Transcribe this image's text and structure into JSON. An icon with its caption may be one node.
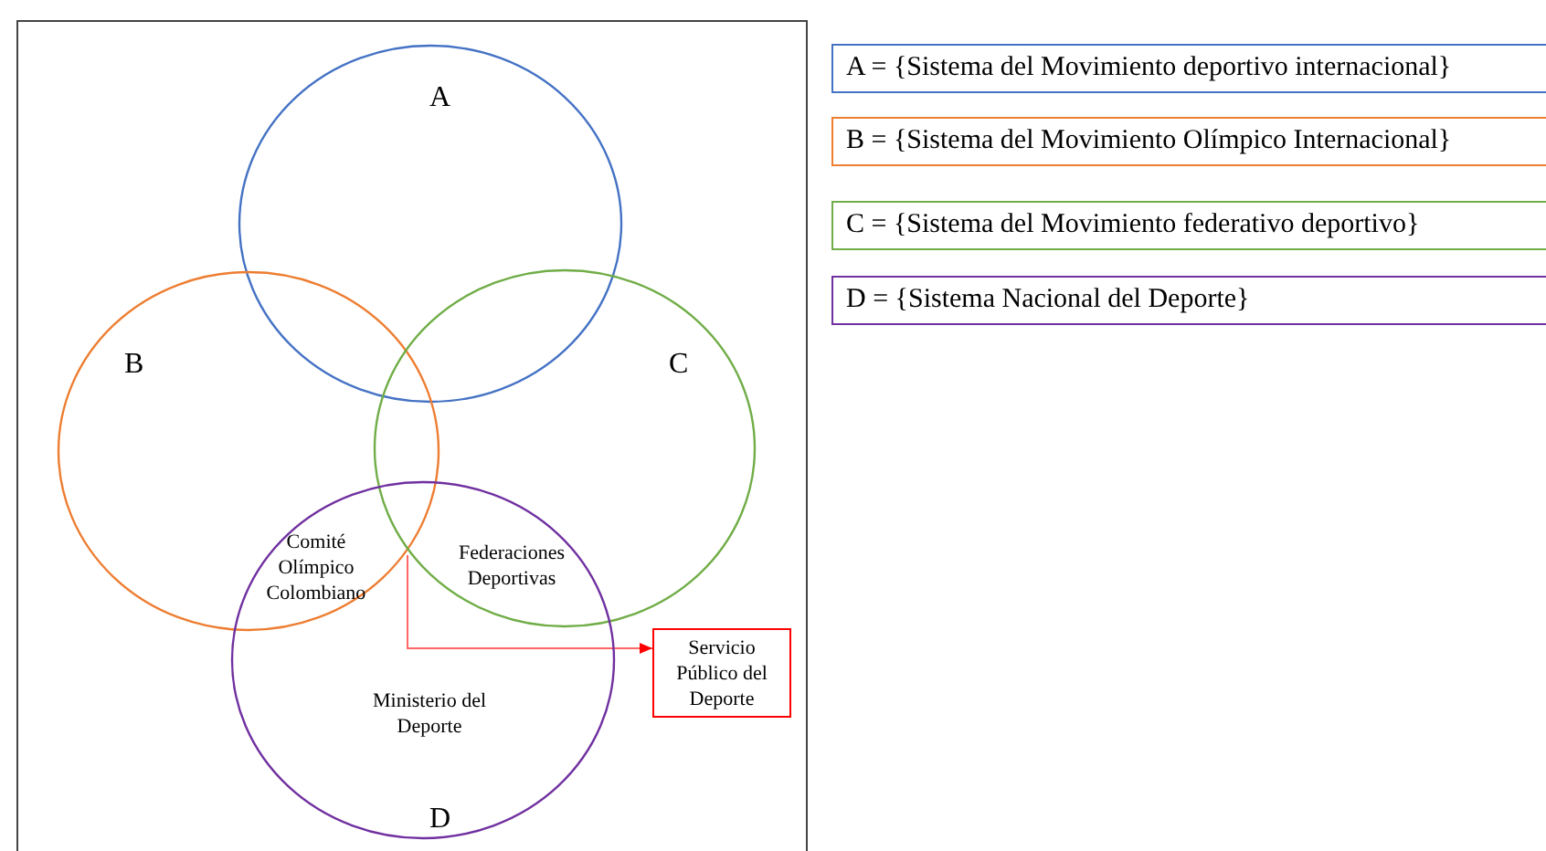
{
  "diagram": {
    "nodes": [
      {
        "text": [
          "A"
        ]
      },
      {
        "text": [
          "B"
        ]
      },
      {
        "text": [
          "C"
        ]
      },
      {
        "text": [
          "D"
        ]
      },
      {
        "text": [
          "Servicio Público del Deporte"
        ]
      },
      {
        "text": [
          "A = {Sistema del Movimiento deportivo internacional}"
        ]
      },
      {
        "text": [
          "B = {Sistema del Movimiento Olímpico Internacional}"
        ]
      },
      {
        "text": [
          "C = {Sistema del Movimiento federativo deportivo}"
        ]
      },
      {
        "text": [
          "D = {Sistema Nacional del Deporte}"
        ]
      }
    ],
    "edges": [
      {
        "from": 3,
        "to": 4,
        "arrow": "to",
        "color": "#ff0000"
      }
    ],
    "labels": [
      "Comité Olímpico Colombiano",
      "Federaciones Deportivas",
      "Ministerio del Deporte"
    ]
  }
}
